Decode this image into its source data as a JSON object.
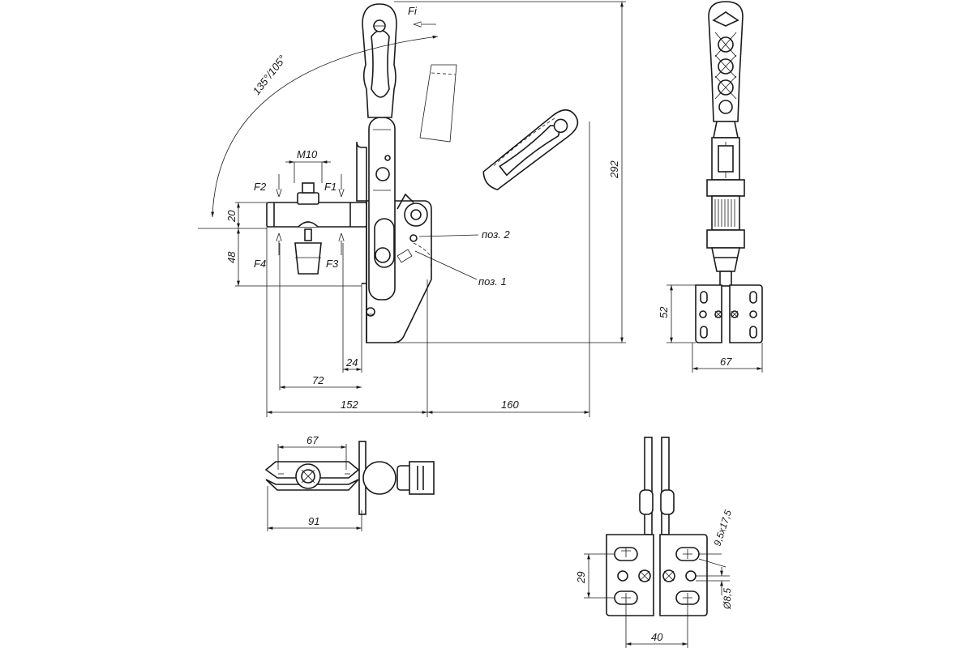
{
  "labels": {
    "force_i": "Fi",
    "force_1": "F1",
    "force_2": "F2",
    "force_3": "F3",
    "force_4": "F4",
    "thread": "M10",
    "angle": "135°/105°",
    "pos_2": "поз. 2",
    "pos_1": "поз. 1",
    "slot": "9,5x17,5",
    "hole": "Ø8,5"
  },
  "dimensions": {
    "d20": "20",
    "d48": "48",
    "d24": "24",
    "d72": "72",
    "d152": "152",
    "d160": "160",
    "d292": "292",
    "d52": "52",
    "d67_side": "67",
    "d67_top": "67",
    "d91": "91",
    "d29": "29",
    "d40": "40"
  },
  "colors": {
    "line": "#1a1a1a",
    "background": "#ffffff"
  }
}
